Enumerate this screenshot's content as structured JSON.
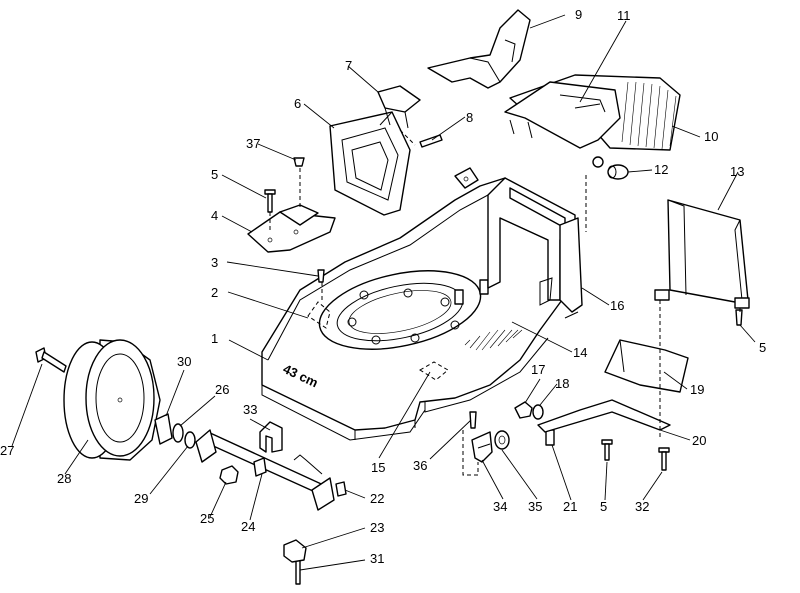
{
  "deck_marking": "43 cm",
  "callouts": [
    {
      "id": "c1",
      "label": "1"
    },
    {
      "id": "c2",
      "label": "2"
    },
    {
      "id": "c3",
      "label": "3"
    },
    {
      "id": "c4",
      "label": "4"
    },
    {
      "id": "c5a",
      "label": "5"
    },
    {
      "id": "c5b",
      "label": "5"
    },
    {
      "id": "c5c",
      "label": "5"
    },
    {
      "id": "c6",
      "label": "6"
    },
    {
      "id": "c7",
      "label": "7"
    },
    {
      "id": "c8",
      "label": "8"
    },
    {
      "id": "c9",
      "label": "9"
    },
    {
      "id": "c10",
      "label": "10"
    },
    {
      "id": "c11",
      "label": "11"
    },
    {
      "id": "c12",
      "label": "12"
    },
    {
      "id": "c13",
      "label": "13"
    },
    {
      "id": "c14",
      "label": "14"
    },
    {
      "id": "c15",
      "label": "15"
    },
    {
      "id": "c16",
      "label": "16"
    },
    {
      "id": "c17",
      "label": "17"
    },
    {
      "id": "c18",
      "label": "18"
    },
    {
      "id": "c19",
      "label": "19"
    },
    {
      "id": "c20",
      "label": "20"
    },
    {
      "id": "c21",
      "label": "21"
    },
    {
      "id": "c22",
      "label": "22"
    },
    {
      "id": "c23",
      "label": "23"
    },
    {
      "id": "c24",
      "label": "24"
    },
    {
      "id": "c25",
      "label": "25"
    },
    {
      "id": "c26",
      "label": "26"
    },
    {
      "id": "c27",
      "label": "27"
    },
    {
      "id": "c28",
      "label": "28"
    },
    {
      "id": "c29",
      "label": "29"
    },
    {
      "id": "c30",
      "label": "30"
    },
    {
      "id": "c31",
      "label": "31"
    },
    {
      "id": "c32",
      "label": "32"
    },
    {
      "id": "c33",
      "label": "33"
    },
    {
      "id": "c34",
      "label": "34"
    },
    {
      "id": "c35",
      "label": "35"
    },
    {
      "id": "c36",
      "label": "36"
    },
    {
      "id": "c37",
      "label": "37"
    }
  ]
}
